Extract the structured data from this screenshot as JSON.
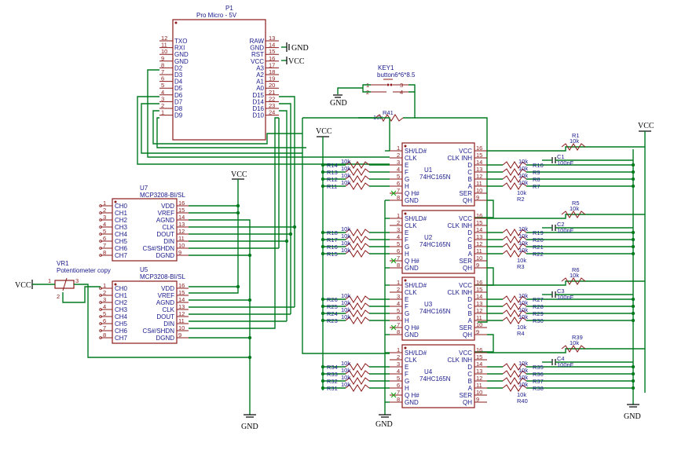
{
  "p1": {
    "ref": "P1",
    "name": "Pro Micro - 5V",
    "left_pins": [
      {
        "num": "12",
        "label": "TXO"
      },
      {
        "num": "11",
        "label": "RXI"
      },
      {
        "num": "10",
        "label": "GND"
      },
      {
        "num": "9",
        "label": "GND"
      },
      {
        "num": "8",
        "label": "D2"
      },
      {
        "num": "7",
        "label": "D3"
      },
      {
        "num": "6",
        "label": "D4"
      },
      {
        "num": "5",
        "label": "D5"
      },
      {
        "num": "4",
        "label": "D6"
      },
      {
        "num": "3",
        "label": "D7"
      },
      {
        "num": "2",
        "label": "D8"
      },
      {
        "num": "1",
        "label": "D9"
      }
    ],
    "right_pins": [
      {
        "num": "13",
        "label": "RAW"
      },
      {
        "num": "14",
        "label": "GND"
      },
      {
        "num": "15",
        "label": "RST"
      },
      {
        "num": "16",
        "label": "VCC"
      },
      {
        "num": "17",
        "label": "A3"
      },
      {
        "num": "18",
        "label": "A2"
      },
      {
        "num": "19",
        "label": "A1"
      },
      {
        "num": "20",
        "label": "A0"
      },
      {
        "num": "21",
        "label": "D15"
      },
      {
        "num": "22",
        "label": "D14"
      },
      {
        "num": "23",
        "label": "D16"
      },
      {
        "num": "24",
        "label": "D10"
      }
    ]
  },
  "key1": {
    "ref": "KEY1",
    "name": "button6*6*8.5",
    "pins": [
      "1",
      "2",
      "3",
      "4"
    ]
  },
  "adc": {
    "name": "MCP3208-BI/SL",
    "refs": [
      "U7",
      "U5"
    ],
    "left_pins": [
      {
        "num": "1",
        "label": "CH0"
      },
      {
        "num": "2",
        "label": "CH1"
      },
      {
        "num": "3",
        "label": "CH2"
      },
      {
        "num": "4",
        "label": "CH3"
      },
      {
        "num": "5",
        "label": "CH4"
      },
      {
        "num": "6",
        "label": "CH5"
      },
      {
        "num": "7",
        "label": "CH6"
      },
      {
        "num": "8",
        "label": "CH7"
      }
    ],
    "right_pins": [
      {
        "num": "16",
        "label": "VDD"
      },
      {
        "num": "15",
        "label": "VREF"
      },
      {
        "num": "14",
        "label": "AGND"
      },
      {
        "num": "13",
        "label": "CLK"
      },
      {
        "num": "12",
        "label": "DOUT"
      },
      {
        "num": "11",
        "label": "DIN"
      },
      {
        "num": "10",
        "label": "CS#/SHDN"
      },
      {
        "num": "9",
        "label": "DGND"
      }
    ]
  },
  "vr1": {
    "ref": "VR1",
    "name": "Potentiometer copy",
    "pins": [
      "1",
      "2",
      "3"
    ]
  },
  "shift": {
    "name": "74HC165N",
    "refs": [
      "U1",
      "U2",
      "U3",
      "U4"
    ],
    "left_pins": [
      {
        "num": "1",
        "label": "SH/LD#"
      },
      {
        "num": "2",
        "label": "CLK"
      },
      {
        "num": "3",
        "label": "E"
      },
      {
        "num": "4",
        "label": "F"
      },
      {
        "num": "5",
        "label": "G"
      },
      {
        "num": "6",
        "label": "H"
      },
      {
        "num": "7",
        "label": "Q H#"
      },
      {
        "num": "8",
        "label": "GND"
      }
    ],
    "right_pins": [
      {
        "num": "16",
        "label": "VCC"
      },
      {
        "num": "15",
        "label": "CLK INH"
      },
      {
        "num": "14",
        "label": "D"
      },
      {
        "num": "13",
        "label": "C"
      },
      {
        "num": "12",
        "label": "B"
      },
      {
        "num": "11",
        "label": "A"
      },
      {
        "num": "10",
        "label": "SER"
      },
      {
        "num": "9",
        "label": "QH"
      }
    ]
  },
  "left_resistors": [
    [
      "R14",
      "R13",
      "R12",
      "R11"
    ],
    [
      "R18",
      "R17",
      "R16",
      "R15"
    ],
    [
      "R26",
      "R25",
      "R24",
      "R23"
    ],
    [
      "R34",
      "R33",
      "R32",
      "R31"
    ]
  ],
  "right_resistors": [
    {
      "rows": [
        "R10",
        "R9",
        "R8",
        "R7"
      ],
      "pull": "R1",
      "net": "R2",
      "cap": "C1"
    },
    {
      "rows": [
        "R19",
        "R20",
        "R21",
        "R22"
      ],
      "pull": "R5",
      "net": "R3",
      "cap": "C2"
    },
    {
      "rows": [
        "R27",
        "R28",
        "R29",
        "R30"
      ],
      "pull": "R6",
      "net": "R4",
      "cap": "C3"
    },
    {
      "rows": [
        "R35",
        "R36",
        "R37",
        "R38"
      ],
      "pull": "R39",
      "net": "R40",
      "cap": "C4"
    }
  ],
  "values": {
    "res": "10k",
    "cap": "100nF"
  },
  "labels": {
    "r41": "R41",
    "gnd": "GND",
    "vcc": "VCC"
  },
  "colors": {
    "wire": "#007a1f",
    "outline": "#8b1a1a",
    "pin_text": "#1a1a8c",
    "power_pin": "#d11a1a"
  }
}
